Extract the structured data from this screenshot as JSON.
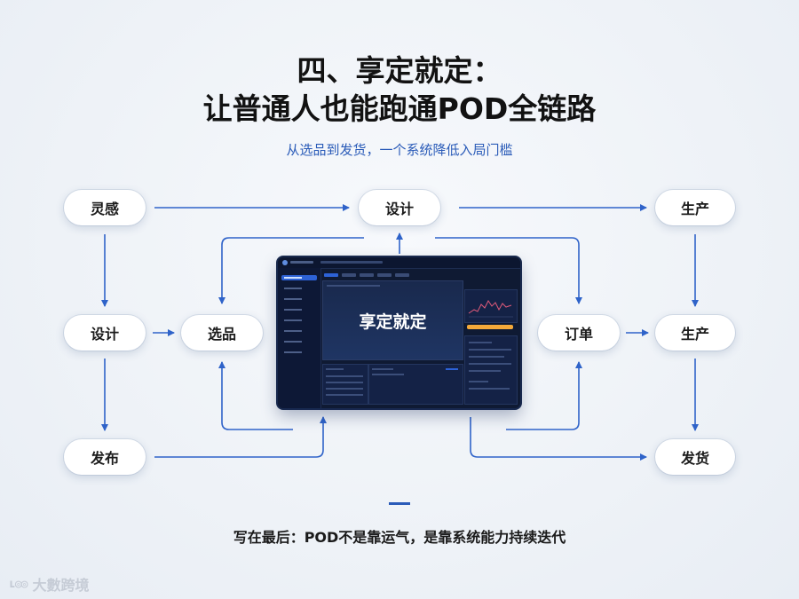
{
  "title_line1": "四、享定就定：",
  "title_line2": "让普通人也能跑通POD全链路",
  "subtitle": "从选品到发货，一个系统降低入局门槛",
  "nodes": {
    "inspiration": "灵感",
    "design_left": "设计",
    "publish": "发布",
    "selection": "选品",
    "design_top": "设计",
    "production_top": "生产",
    "order": "订单",
    "production_mid": "生产",
    "shipping": "发货"
  },
  "dashboard": {
    "hero_text": "享定就定"
  },
  "footer": "写在最后：POD不是靠运气，是靠系统能力持续迭代",
  "watermark": "大數跨境",
  "colors": {
    "accent": "#2a5bb8",
    "arrow": "#2f63c9",
    "dashboard_bg": "#0f1a33",
    "dashboard_active": "#2d62d6"
  }
}
